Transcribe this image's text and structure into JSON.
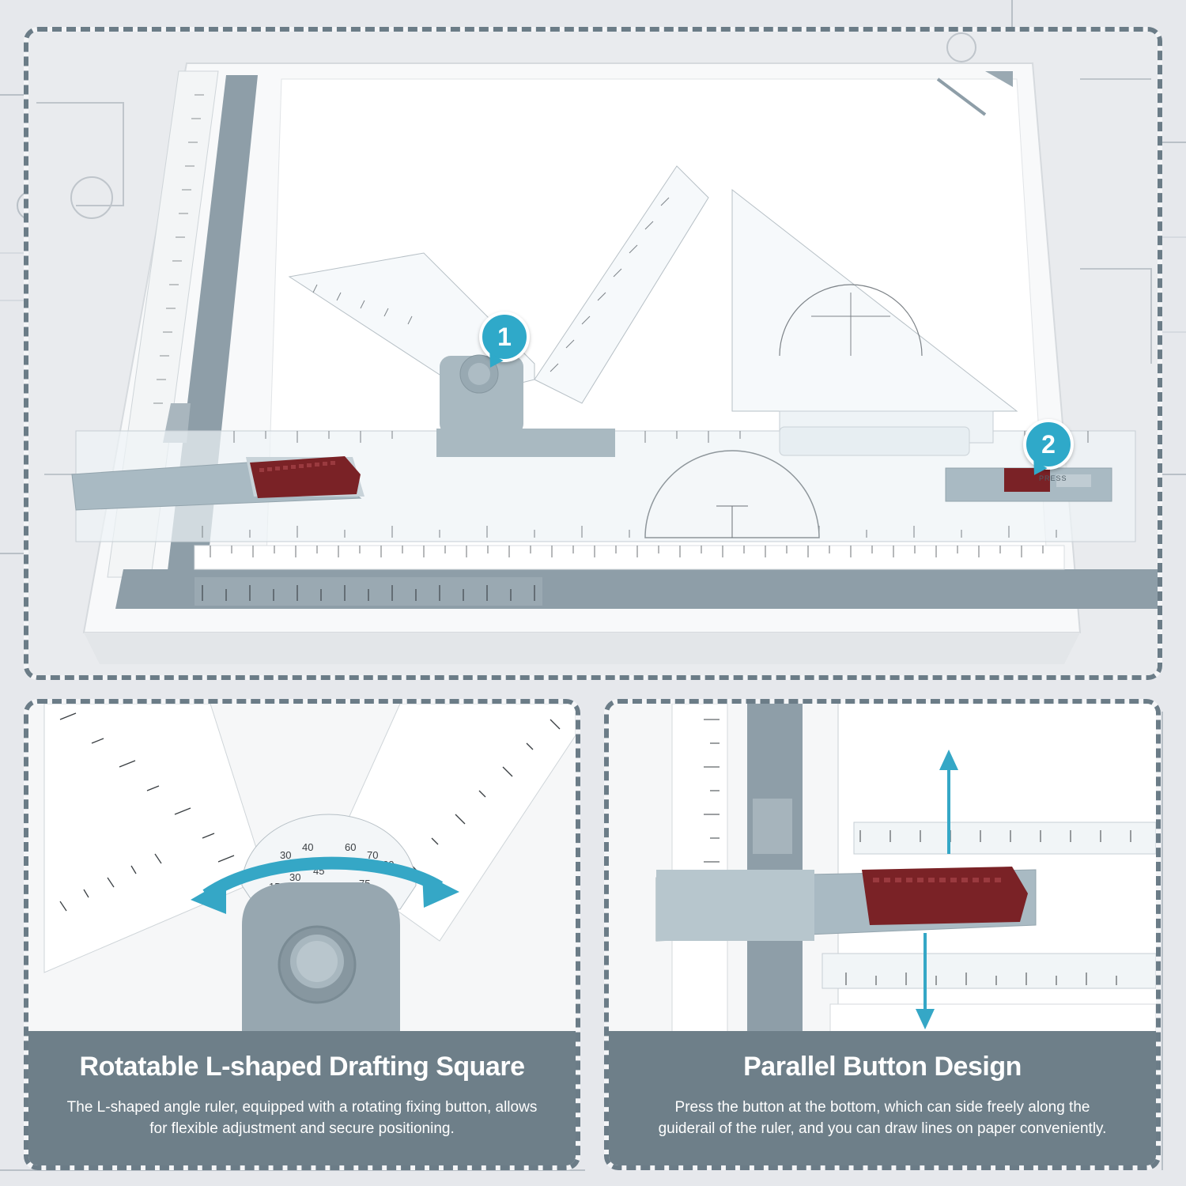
{
  "colors": {
    "frame": "#6b7c87",
    "caption_bg": "#6e7f89",
    "rail_grey": "#8e9ea8",
    "accent_cyan": "#2fa9c9",
    "button_red": "#7a2226",
    "caption_text": "#ffffff"
  },
  "top_panel": {
    "badge_1": "1",
    "badge_2": "2",
    "press_label": "PRESS"
  },
  "left_panel": {
    "title": "Rotatable L-shaped Drafting Square",
    "description": "The L-shaped angle ruler, equipped with a rotating fixing button, allows for flexible adjustment and secure positioning.",
    "icons": [
      "rotate-arrows-icon",
      "knob-icon"
    ]
  },
  "right_panel": {
    "title": "Parallel Button Design",
    "description": "Press the button at the bottom, which can side freely along the guiderail of the ruler, and you can draw lines on paper conveniently.",
    "icons": [
      "up-arrow-icon",
      "down-arrow-icon"
    ]
  }
}
